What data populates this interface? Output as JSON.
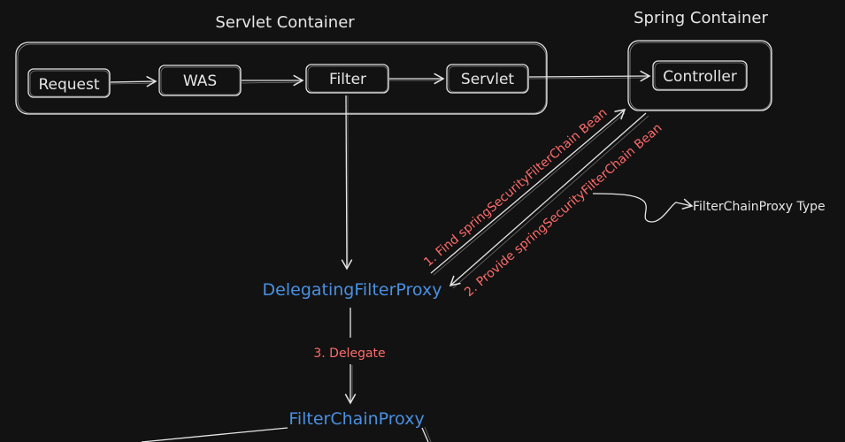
{
  "colors": {
    "background": "#121212",
    "stroke": "#e6e6e6",
    "text": "#e6e6e6",
    "blue": "#4a90e2",
    "red": "#ff6b6b"
  },
  "containers": {
    "servlet_title": "Servlet Container",
    "spring_title": "Spring Container"
  },
  "nodes": {
    "request": "Request",
    "was": "WAS",
    "filter": "Filter",
    "servlet": "Servlet",
    "controller": "Controller",
    "delegating_filter_proxy": "DelegatingFilterProxy",
    "filter_chain_proxy": "FilterChainProxy"
  },
  "edges": {
    "find_bean": "1. Find springSecurityFilterChain Bean",
    "provide_bean": "2. Provide springSecurityFilterChain Bean",
    "delegate": "3. Delegate"
  },
  "annotations": {
    "filter_chain_proxy_type": "FilterChainProxy Type"
  }
}
